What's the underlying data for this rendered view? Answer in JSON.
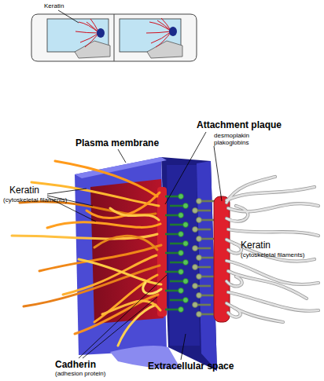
{
  "diagram": {
    "labels": [
      "Keratin",
      "Plasma membrane",
      "Attachment plaque",
      "desmoplakin",
      "plakoglobins",
      "Keratin",
      "(cytoskeletal filaments)",
      "Keratin",
      "(cytoskeletal filaments)",
      "Cadherin",
      "(adhesion protein)",
      "Extracellular space"
    ]
  }
}
